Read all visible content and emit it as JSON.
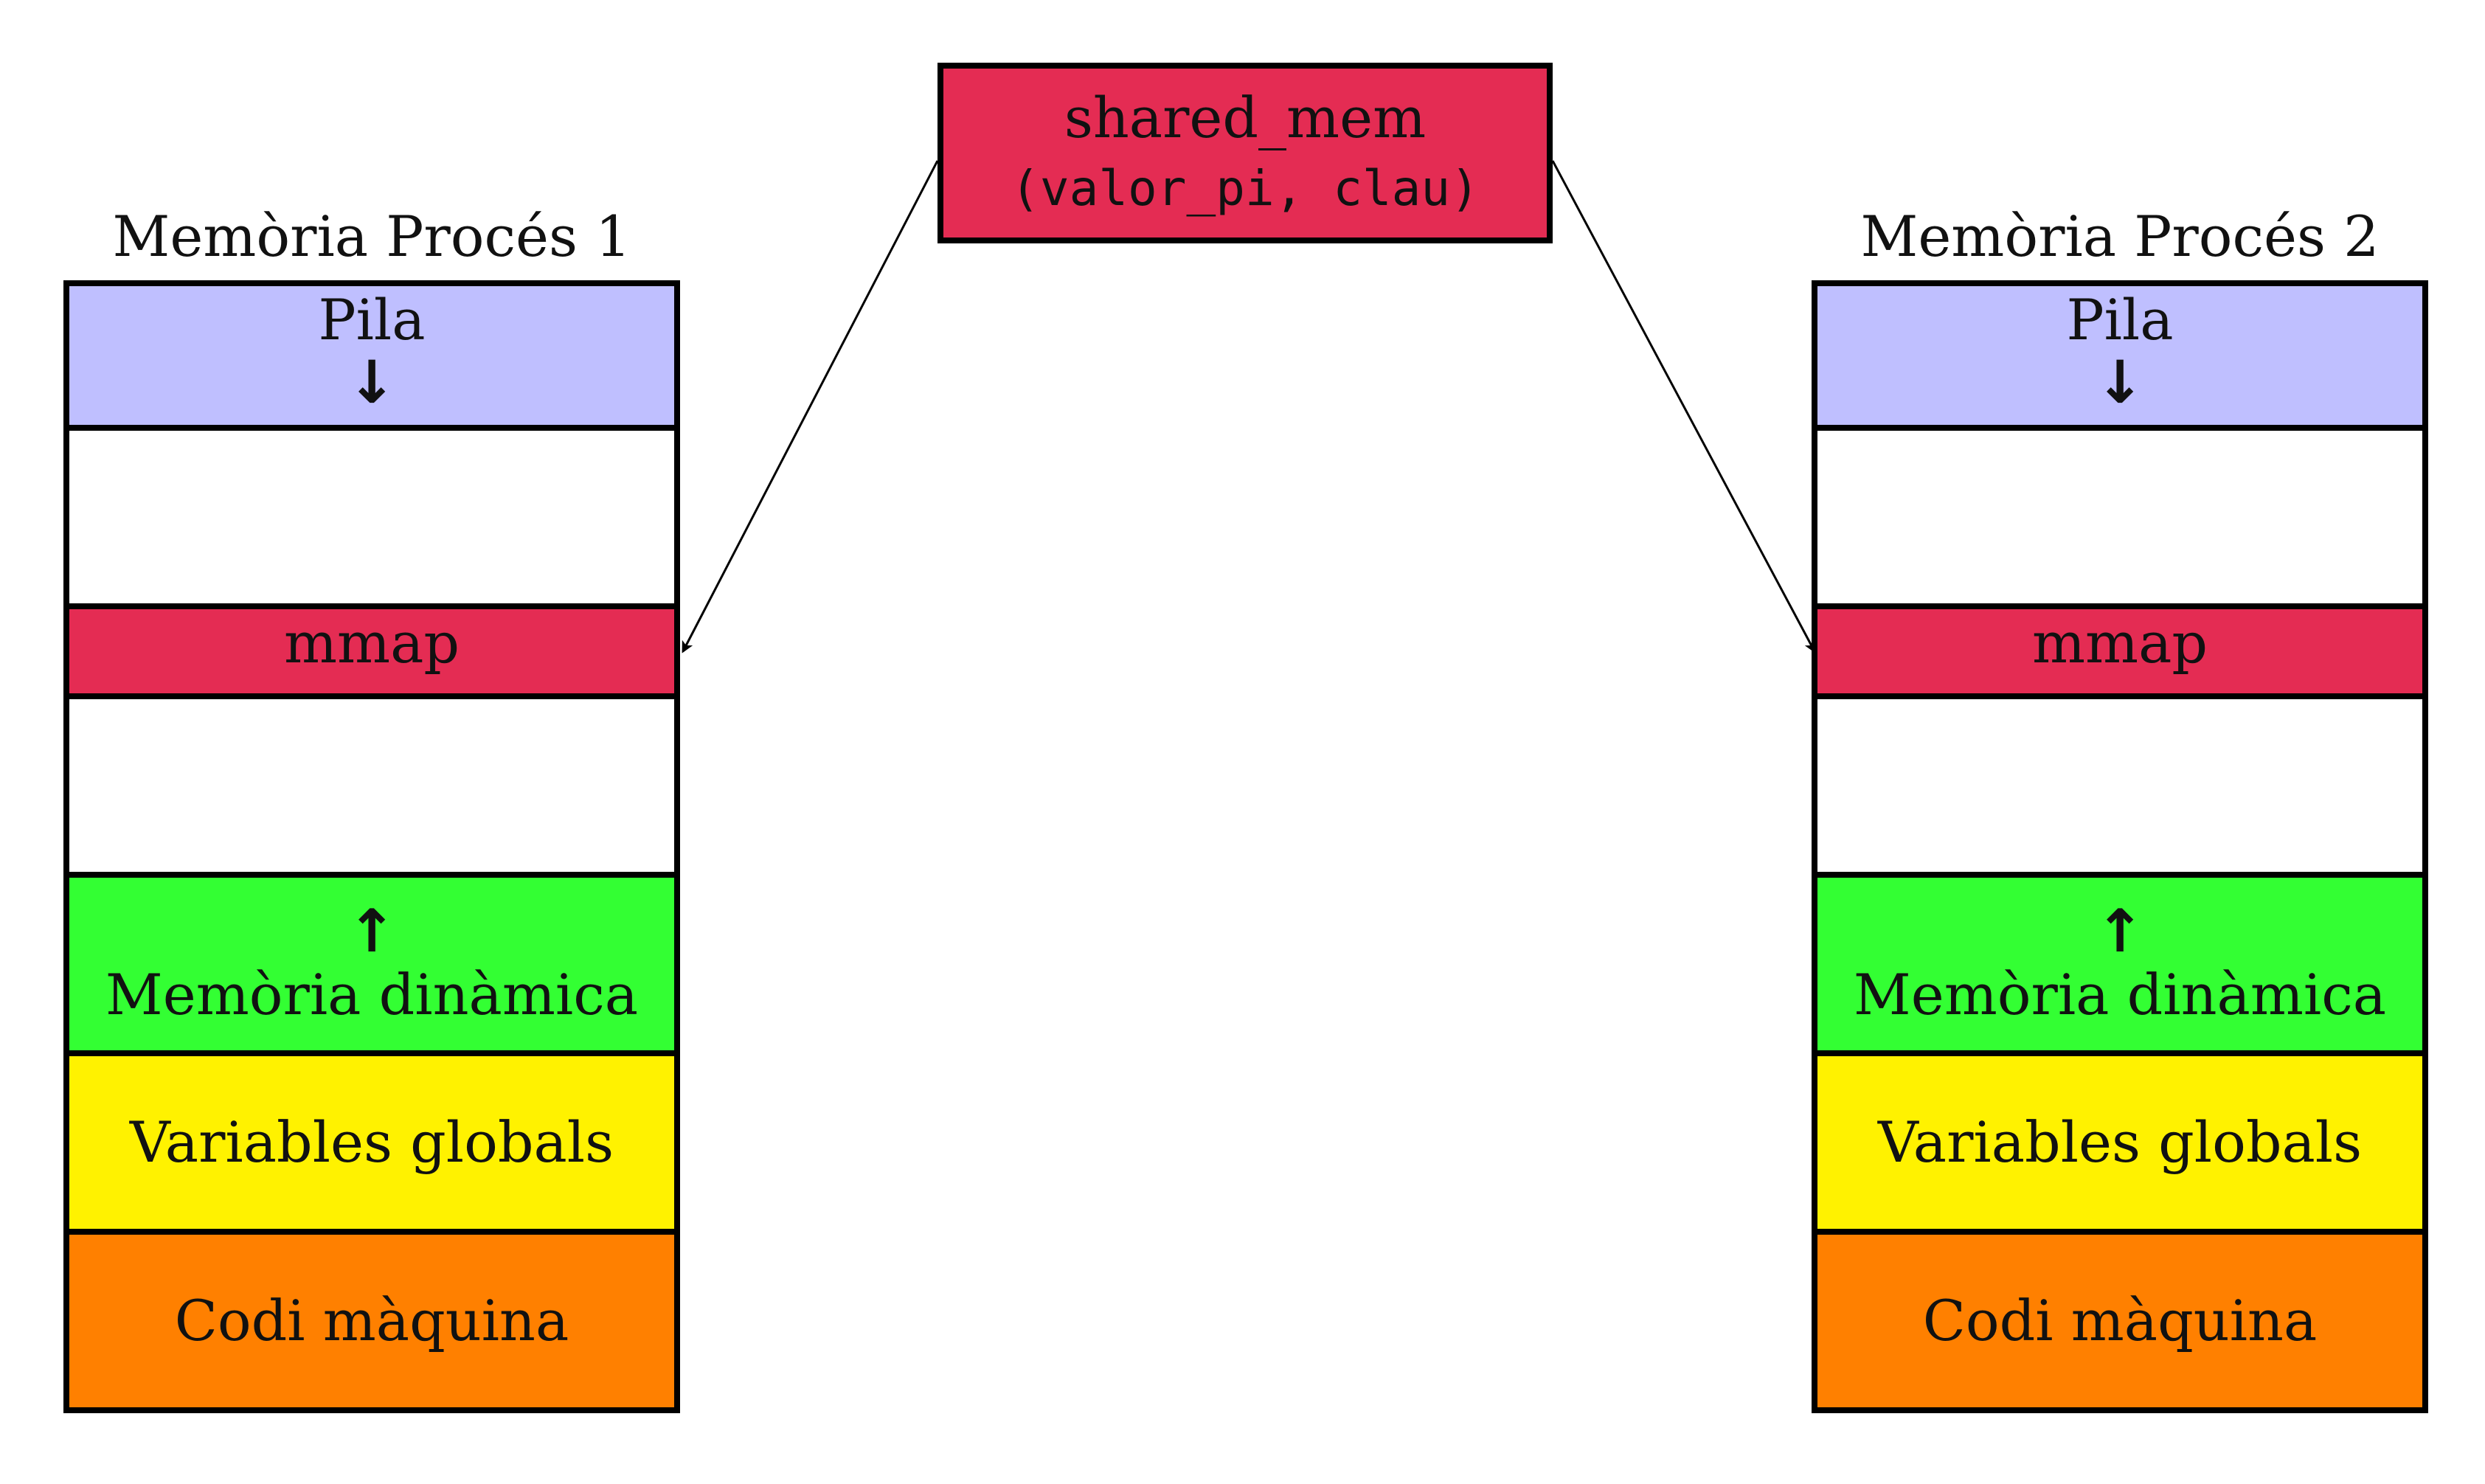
{
  "shared_memory": {
    "name": "shared_mem",
    "fields": "(valor_pi, clau)",
    "color": "#E42C53"
  },
  "processes": [
    {
      "title": "Memòria Procés 1",
      "segments": [
        {
          "key": "stack",
          "label": "Pila",
          "arrow": "↓",
          "color": "#BFBFFF"
        },
        {
          "key": "free-upper",
          "label": "",
          "arrow": "",
          "color": "#FFFFFF"
        },
        {
          "key": "mmap",
          "label": "mmap",
          "arrow": "",
          "color": "#E42C53"
        },
        {
          "key": "free-lower",
          "label": "",
          "arrow": "",
          "color": "#FFFFFF"
        },
        {
          "key": "heap",
          "label": "Memòria dinàmica",
          "arrow": "↑",
          "color": "#33FF33"
        },
        {
          "key": "globals",
          "label": "Variables globals",
          "arrow": "",
          "color": "#FFF200"
        },
        {
          "key": "code",
          "label": "Codi màquina",
          "arrow": "",
          "color": "#FF8000"
        }
      ]
    },
    {
      "title": "Memòria Procés 2",
      "segments": [
        {
          "key": "stack",
          "label": "Pila",
          "arrow": "↓",
          "color": "#BFBFFF"
        },
        {
          "key": "free-upper",
          "label": "",
          "arrow": "",
          "color": "#FFFFFF"
        },
        {
          "key": "mmap",
          "label": "mmap",
          "arrow": "",
          "color": "#E42C53"
        },
        {
          "key": "free-lower",
          "label": "",
          "arrow": "",
          "color": "#FFFFFF"
        },
        {
          "key": "heap",
          "label": "Memòria dinàmica",
          "arrow": "↑",
          "color": "#33FF33"
        },
        {
          "key": "globals",
          "label": "Variables globals",
          "arrow": "",
          "color": "#FFF200"
        },
        {
          "key": "code",
          "label": "Codi màquina",
          "arrow": "",
          "color": "#FF8000"
        }
      ]
    }
  ],
  "links": [
    {
      "from": "shared_mem",
      "to": "Memòria Procés 1 / mmap"
    },
    {
      "from": "shared_mem",
      "to": "Memòria Procés 2 / mmap"
    }
  ]
}
